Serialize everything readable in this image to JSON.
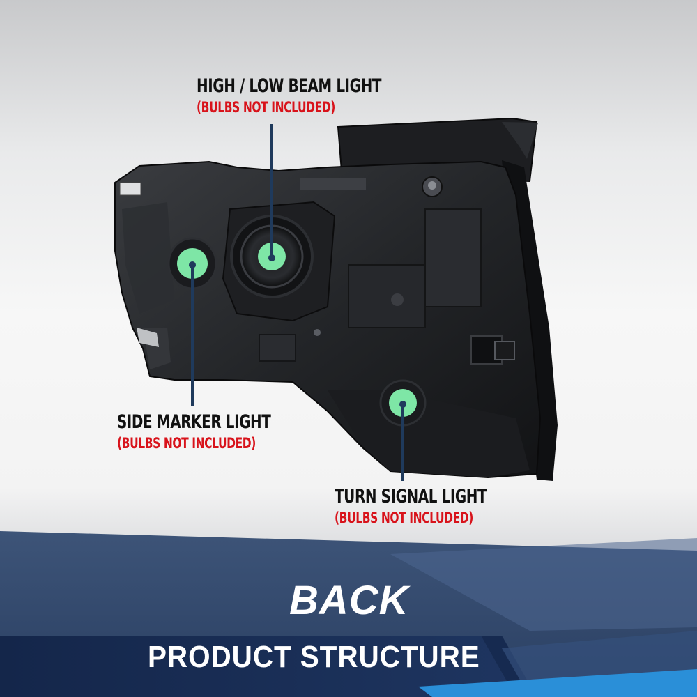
{
  "callouts": {
    "high_low": {
      "title": "HIGH / LOW BEAM LIGHT",
      "note": "(BULBS NOT INCLUDED)"
    },
    "side_marker": {
      "title": "SIDE MARKER LIGHT",
      "note": "(BULBS NOT INCLUDED)"
    },
    "turn_signal": {
      "title": "TURN SIGNAL LIGHT",
      "note": "(BULBS NOT INCLUDED)"
    }
  },
  "banner": {
    "view": "BACK",
    "subtitle": "PRODUCT STRUCTURE"
  },
  "colors": {
    "bulb_marker": "#7ee6a6",
    "callout_line": "#1f3a5c",
    "note_red": "#d8131b",
    "banner_dark": "#2d4466",
    "banner_navy": "#1c2f52",
    "accent_blue": "#2a8fd8"
  }
}
